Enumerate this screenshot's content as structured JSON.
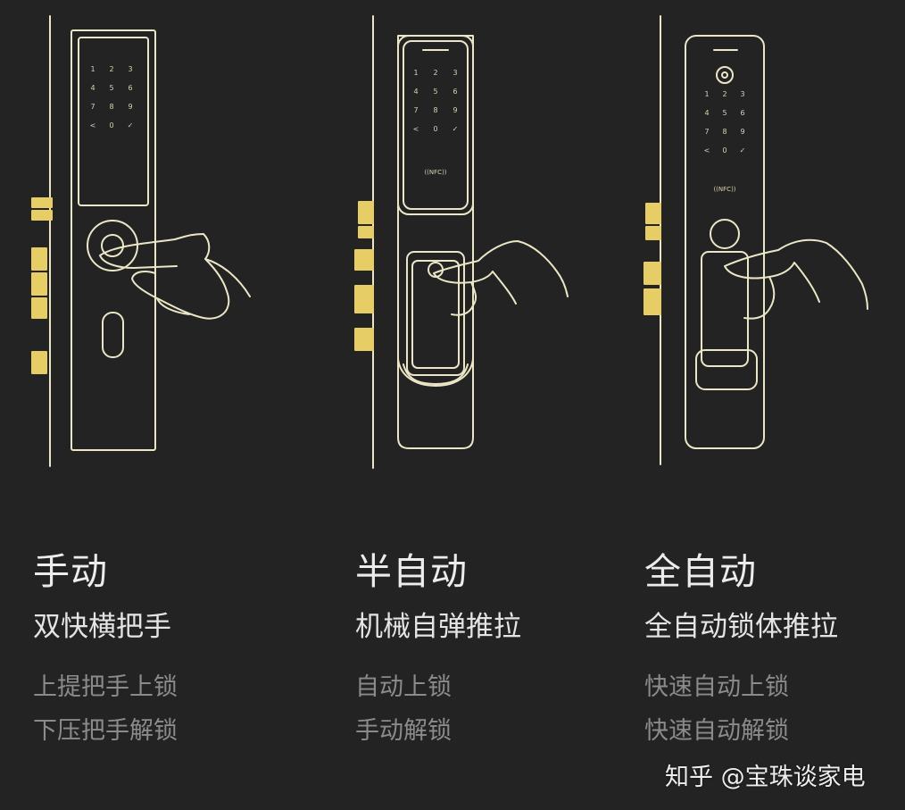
{
  "colors": {
    "background": "#232323",
    "outline": "#ebe6c6",
    "accent_gold": "#e7cd66",
    "title_text": "#ececec",
    "desc_text": "#8b8b8b"
  },
  "keypad": [
    "1",
    "2",
    "3",
    "4",
    "5",
    "6",
    "7",
    "8",
    "9",
    "<",
    "0",
    "✓"
  ],
  "nfc_label": "((NFC))",
  "columns": [
    {
      "title": "手动",
      "subtitle": "双快横把手",
      "line1": "上提把手上锁",
      "line2": "下压把手解锁"
    },
    {
      "title": "半自动",
      "subtitle": "机械自弹推拉",
      "line1": "自动上锁",
      "line2": "手动解锁"
    },
    {
      "title": "全自动",
      "subtitle": "全自动锁体推拉",
      "line1": "快速自动上锁",
      "line2": "快速自动解锁"
    }
  ],
  "watermark": "知乎 @宝珠谈家电"
}
